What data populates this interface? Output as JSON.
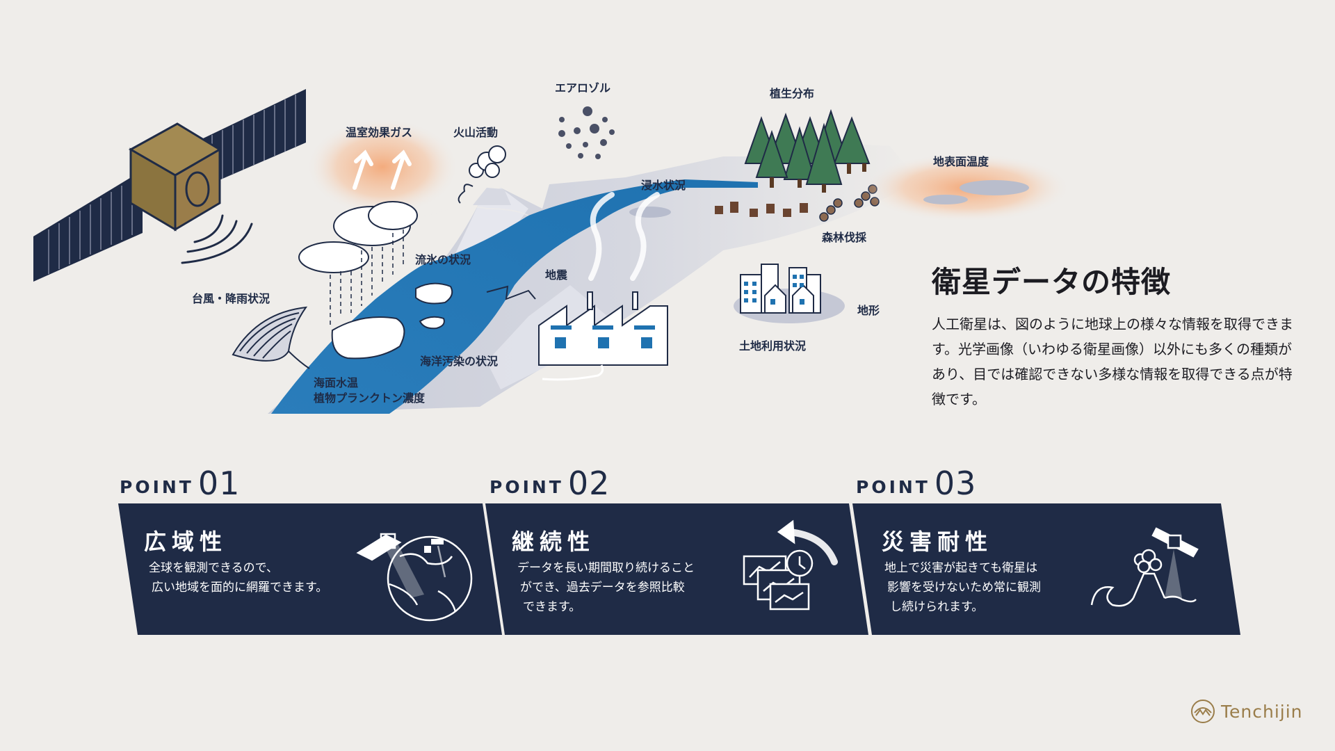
{
  "illustration": {
    "labels": {
      "greenhouse_gas": "温室効果ガス",
      "volcano": "火山活動",
      "aerosol": "エアロゾル",
      "vegetation": "植生分布",
      "surface_temp": "地表面温度",
      "flooding": "浸水状況",
      "deforestation": "森林伐採",
      "typhoon_rain": "台風・降雨状況",
      "drift_ice": "流氷の状況",
      "earthquake": "地震",
      "terrain": "地形",
      "land_use": "土地利用状況",
      "ocean_pollution": "海洋汚染の状況",
      "sea_temp_line1": "海面水温",
      "sea_temp_line2": "植物プランクトン濃度"
    }
  },
  "feature": {
    "title": "衛星データの特徴",
    "description": "人工衛星は、図のように地球上の様々な情報を取得できます。光学画像（いわゆる衛星画像）以外にも多くの種類があり、目では確認できない多様な情報を取得できる点が特徴です。"
  },
  "points": [
    {
      "word": "POINT",
      "number": "01",
      "title": "広域性",
      "text_lines": [
        "全球を観測できるので、",
        "広い地域を面的に網羅できます。"
      ],
      "icon": "satellite-globe-icon"
    },
    {
      "word": "POINT",
      "number": "02",
      "title": "継続性",
      "text_lines": [
        "データを長い期間取り続けること",
        "ができ、過去データを参照比較",
        "できます。"
      ],
      "icon": "history-charts-icon"
    },
    {
      "word": "POINT",
      "number": "03",
      "title": "災害耐性",
      "text_lines": [
        "地上で災害が起きても衛星は",
        "影響を受けないため常に観測",
        "し続けられます。"
      ],
      "icon": "satellite-disaster-icon"
    }
  ],
  "brand": {
    "name": "Tenchijin",
    "logo_icon": "tenchijin-logo-icon"
  },
  "colors": {
    "background": "#efedea",
    "navy": "#1f2b46",
    "river_blue": "#1f72b0",
    "gold": "#9a7d4a",
    "forest_green": "#3f7a54",
    "warm_glow": "#f3a878"
  }
}
